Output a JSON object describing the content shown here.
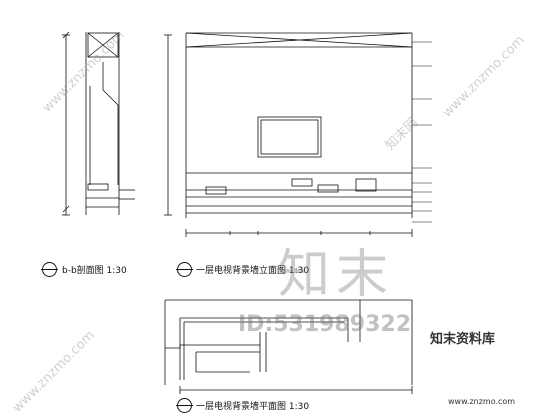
{
  "captions": {
    "section_bb": "b-b剖面图 1:30",
    "elevation": "一层电视背景墙立面图 1:30",
    "plan": "一层电视背景墙平面图 1:30"
  },
  "labels": [
    "",
    "",
    "",
    "",
    "",
    "",
    "",
    "",
    "",
    "",
    "",
    ""
  ],
  "watermark": {
    "big": "知末",
    "id": "ID:531989322",
    "brand": "知末资料库",
    "url": "www.znzmo.com",
    "diag_1": "www.znzmo.com",
    "diag_2": "www.znzmo.com",
    "diag_3": "www.znzmo.com",
    "diag_4": "知末网"
  }
}
